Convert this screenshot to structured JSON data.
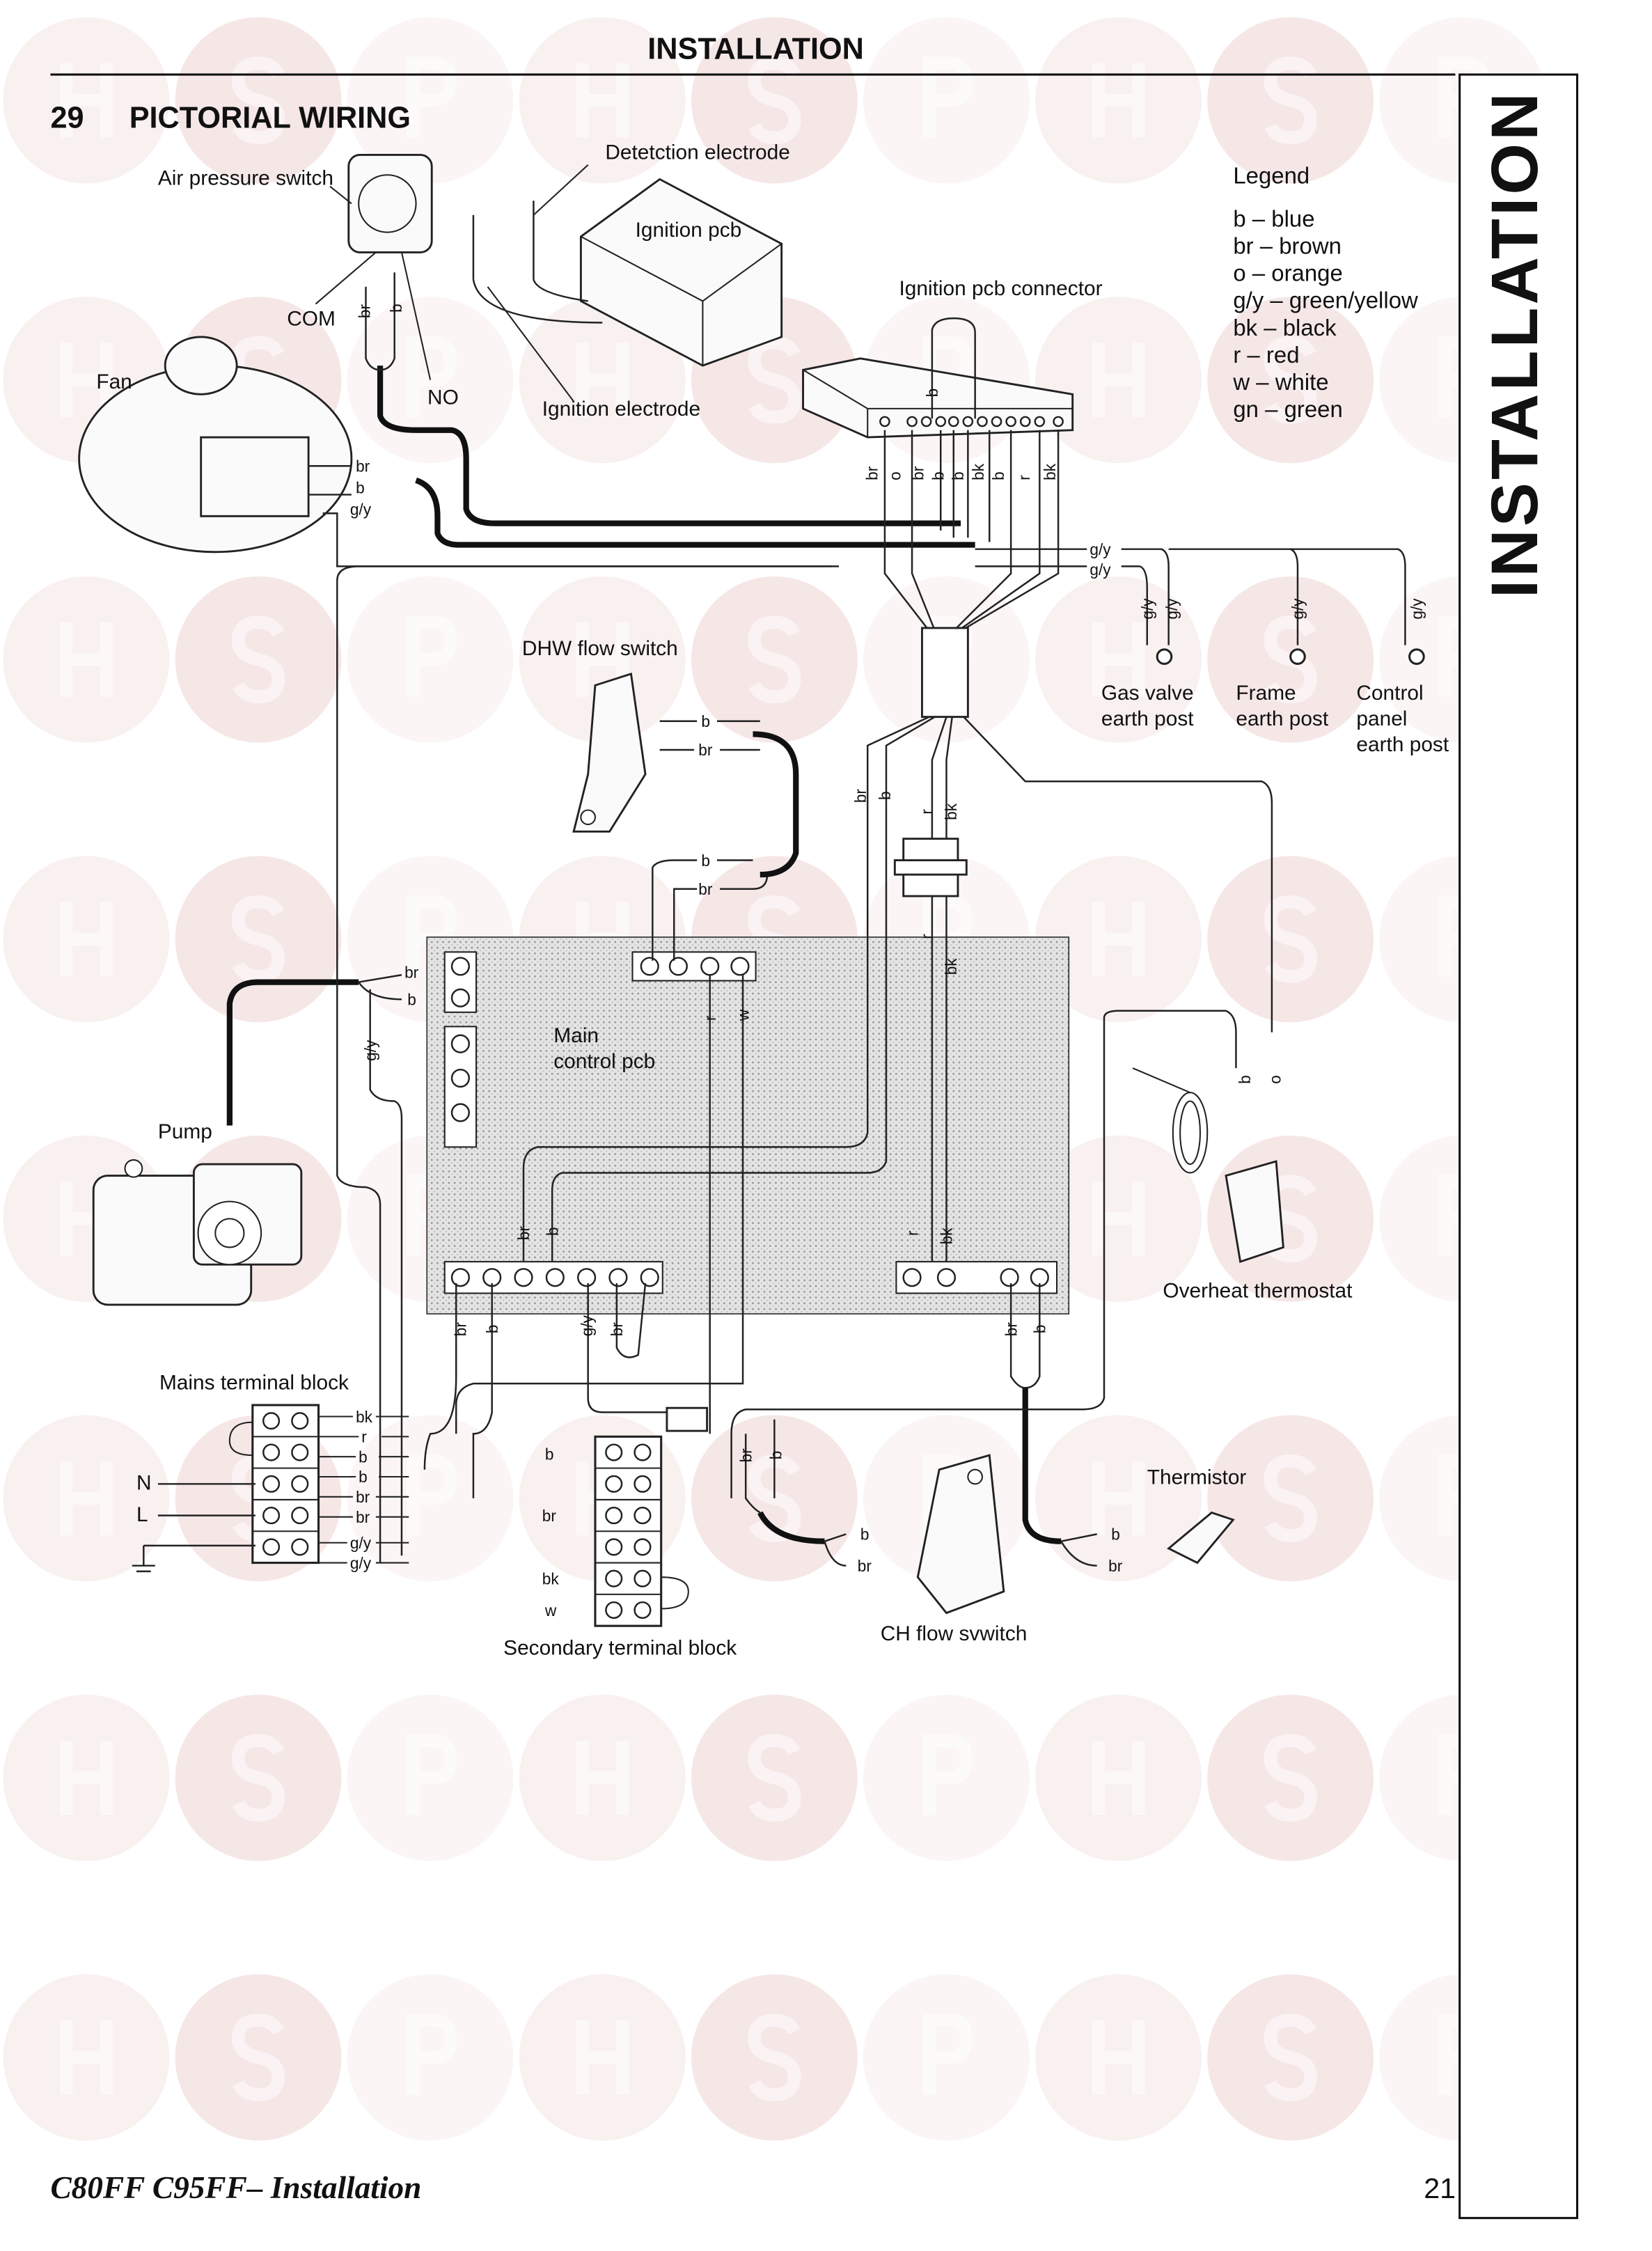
{
  "header": {
    "title": "INSTALLATION",
    "section_number": "29",
    "section_title": "PICTORIAL WIRING"
  },
  "side_tab": {
    "label": "INSTALLATION"
  },
  "watermark": {
    "letters": [
      "H",
      "S",
      "P"
    ],
    "colors": [
      "#d9a0a0",
      "#c96b6b",
      "#e8c2c2"
    ]
  },
  "components": {
    "air_pressure_switch": "Air pressure switch",
    "detection_electrode": "Detetction electrode",
    "ignition_pcb": "Ignition pcb",
    "ignition_pcb_connector": "Ignition pcb connector",
    "com": "COM",
    "no": "NO",
    "ignition_electrode": "Ignition electrode",
    "fan": "Fan",
    "dhw_flow_switch": "DHW flow switch",
    "gas_valve_earth_post": [
      "Gas valve",
      "earth post"
    ],
    "frame_earth_post": [
      "Frame",
      "earth post"
    ],
    "control_panel_earth_post": [
      "Control",
      "panel",
      "earth post"
    ],
    "main_control_pcb": [
      "Main",
      "control pcb"
    ],
    "pump": "Pump",
    "overheat_thermostat": "Overheat thermostat",
    "mains_terminal_block": "Mains terminal block",
    "thermistor": "Thermistor",
    "secondary_terminal_block": "Secondary terminal block",
    "ch_flow_switch": "CH flow svwitch",
    "neutral": "N",
    "live": "L"
  },
  "legend": {
    "title": "Legend",
    "items": [
      "b – blue",
      "br – brown",
      "o – orange",
      "g/y – green/yellow",
      "bk – black",
      "r – red",
      "w – white",
      "gn – green"
    ]
  },
  "wire_labels": {
    "aps": [
      "br",
      "b"
    ],
    "fan": [
      "br",
      "b",
      "g/y"
    ],
    "connector_top": "b",
    "connector": [
      "br",
      "o",
      "br",
      "b",
      "b",
      "bk",
      "b",
      "r",
      "bk"
    ],
    "earth": [
      "g/y",
      "g/y",
      "g/y",
      "g/y",
      "g/y",
      "g/y"
    ],
    "dhw": [
      "b",
      "br",
      "b",
      "br"
    ],
    "harness": [
      "br",
      "b",
      "r",
      "bk",
      "r",
      "bk"
    ],
    "pcb_top": [
      "r",
      "w"
    ],
    "pump": [
      "br",
      "b",
      "g/y"
    ],
    "pcb_inner": [
      "br",
      "b",
      "r",
      "bk"
    ],
    "pcb_bottom": [
      "br",
      "b",
      "g/y",
      "br",
      "br",
      "b"
    ],
    "overheat": [
      "b",
      "o"
    ],
    "mains": [
      "bk",
      "r",
      "b",
      "b",
      "br",
      "br",
      "g/y",
      "g/y"
    ],
    "secondary": [
      "b",
      "br",
      "bk",
      "w"
    ],
    "ch": [
      "br",
      "b",
      "b",
      "br"
    ],
    "thermistor": [
      "b",
      "br"
    ]
  },
  "footer": {
    "model": "C80FF C95FF– Installation",
    "page": "21"
  }
}
